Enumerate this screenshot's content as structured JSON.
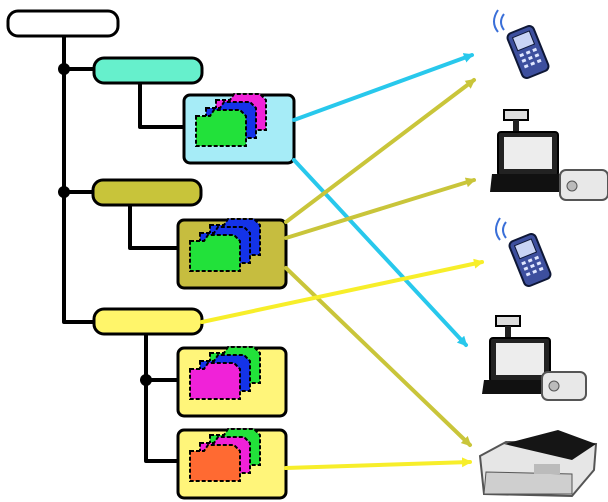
{
  "diagram": {
    "colors": {
      "line": "#000000",
      "root_fill": "#ffffff",
      "teal": "#66f0cc",
      "olive": "#c8c43a",
      "yellow": "#fff56a",
      "lightblue": "#a6ecf7",
      "olive_box": "#c6bd3f",
      "yellow_box": "#fff57a",
      "arrow_blue": "#28c8ec",
      "arrow_olive": "#c9c53a",
      "arrow_yellow": "#f7ee2a",
      "folder_green": "#22e13a",
      "folder_blue": "#1433e8",
      "folder_magenta": "#f022d8",
      "folder_orange": "#ff6a32"
    },
    "nodes": [
      {
        "id": "root",
        "kind": "root-box"
      },
      {
        "id": "teal",
        "kind": "category-box",
        "color": "teal"
      },
      {
        "id": "olive",
        "kind": "category-box",
        "color": "olive"
      },
      {
        "id": "yellow",
        "kind": "category-box",
        "color": "yellow"
      }
    ],
    "folder_groups": [
      {
        "id": "group-teal",
        "box_color": "lightblue",
        "stack": [
          "green",
          "blue",
          "magenta"
        ]
      },
      {
        "id": "group-olive",
        "box_color": "olive_box",
        "stack": [
          "green",
          "blue",
          "blue"
        ]
      },
      {
        "id": "group-yellow-1",
        "box_color": "yellow_box",
        "stack": [
          "magenta",
          "blue",
          "green"
        ]
      },
      {
        "id": "group-yellow-2",
        "box_color": "yellow_box",
        "stack": [
          "orange",
          "magenta",
          "green"
        ]
      }
    ],
    "devices": [
      {
        "id": "mobile-phone-1",
        "icon": "mobile-phone-icon"
      },
      {
        "id": "pos-terminal-1",
        "icon": "pos-terminal-icon"
      },
      {
        "id": "mobile-phone-2",
        "icon": "mobile-phone-icon"
      },
      {
        "id": "pos-terminal-2",
        "icon": "pos-terminal-icon"
      },
      {
        "id": "printer",
        "icon": "printer-icon"
      }
    ],
    "arrows": [
      {
        "from": "group-teal",
        "to": "mobile-phone-1",
        "color": "arrow_blue"
      },
      {
        "from": "group-teal",
        "to": "pos-terminal-2",
        "color": "arrow_blue"
      },
      {
        "from": "group-olive",
        "to": "mobile-phone-1",
        "color": "arrow_olive"
      },
      {
        "from": "group-olive",
        "to": "pos-terminal-1",
        "color": "arrow_olive"
      },
      {
        "from": "group-olive",
        "to": "printer",
        "color": "arrow_olive"
      },
      {
        "from": "yellow",
        "to": "mobile-phone-2",
        "color": "arrow_yellow"
      },
      {
        "from": "group-yellow-2",
        "to": "printer",
        "color": "arrow_yellow"
      }
    ]
  }
}
